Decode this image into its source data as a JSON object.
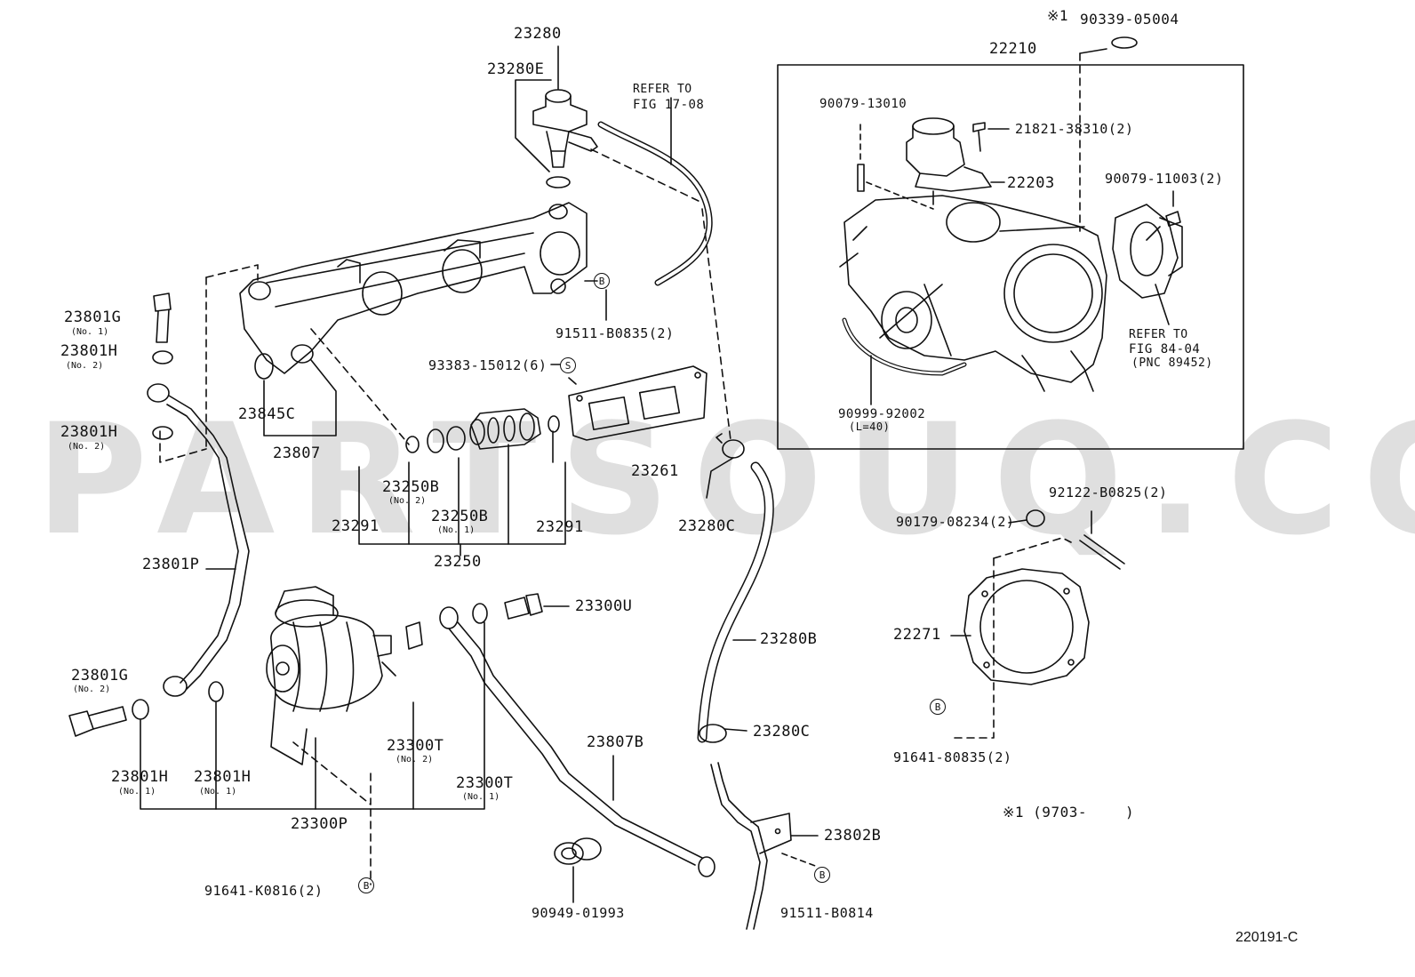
{
  "watermark": "PARTSOUQ.COM",
  "figure_id": "220191-C",
  "footnote": {
    "symbol": "※1",
    "label": "※1 (9703-",
    "close": ")"
  },
  "refs": {
    "refer_1": "REFER TO",
    "refer_1b": "FIG 17-08",
    "refer_2": "REFER TO",
    "refer_2b": "FIG 84-04",
    "refer_2c": "(PNC 89452)",
    "length": "(L=40)"
  },
  "markers": {
    "B": "B",
    "S": "S"
  },
  "parts": {
    "p23280": "23280",
    "p23280E": "23280E",
    "p22210": "22210",
    "p90339": "90339-05004",
    "p90079_13010": "90079-13010",
    "p21821": "21821-38310(2)",
    "p22203": "22203",
    "p90079_11003": "90079-11003(2)",
    "p90999": "90999-92002",
    "p23801G_1": "23801G",
    "p23801H_2a": "23801H",
    "p23801H_2b": "23801H",
    "p91511_B0835": "91511-B0835(2)",
    "p93383": "93383-15012(6)",
    "p23845C": "23845C",
    "p23807": "23807",
    "p23261": "23261",
    "p23250B_2": "23250B",
    "p23250B_1": "23250B",
    "p23291a": "23291",
    "p23291b": "23291",
    "p23250": "23250",
    "p23280C_a": "23280C",
    "p92122": "92122-B0825(2)",
    "p90179": "90179-08234(2)",
    "p23801P": "23801P",
    "p23300U": "23300U",
    "p23280B": "23280B",
    "p22271": "22271",
    "p23801G_2": "23801G",
    "p23280C_b": "23280C",
    "p91641_80835": "91641-80835(2)",
    "p23300T_2": "23300T",
    "p23807B": "23807B",
    "p23801H_1a": "23801H",
    "p23801H_1b": "23801H",
    "p23300T_1": "23300T",
    "p23300P": "23300P",
    "p23802B": "23802B",
    "p91641_K0816": "91641-K0816(2)",
    "p90949": "90949-01993",
    "p91511_B0814": "91511-B0814"
  },
  "subs": {
    "no1": "(No. 1)",
    "no2": "(No. 2)"
  }
}
